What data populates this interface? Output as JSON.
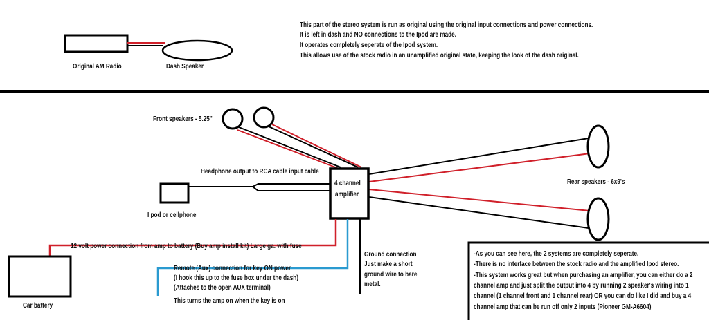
{
  "top_section": {
    "radio_label": "Original AM Radio",
    "dash_speaker_label": "Dash Speaker",
    "notes": [
      "This part of the stereo system is run as original using the original input connections and power connections.",
      "It is left in dash and NO connections to the Ipod are made.",
      "It operates completely seperate of the Ipod system.",
      "This allows use of the stock radio in an unamplified original state, keeping the look of the dash original."
    ]
  },
  "bottom_section": {
    "front_speakers_label": "Front speakers - 5.25\"",
    "headphone_label": "Headphone output to RCA cable input cable",
    "amp_label_line1": "4 channel",
    "amp_label_line2": "amplifier",
    "ipod_label": "I pod or cellphone",
    "rear_speakers_label": "Rear speakers - 6x9's",
    "power_label": "12 volt power connection from amp to battery  (Buy amp install kit) Large ga. with fuse",
    "battery_label": "Car battery",
    "remote_lines": [
      "Remote (Aux) connection for key ON power",
      "(I hook this up to the fuse box under the dash)",
      "(Attaches to the open AUX terminal)",
      "This turns the amp on when the key is on"
    ],
    "ground_lines": [
      "Ground connection",
      "Just make a short",
      "ground wire to bare",
      "metal."
    ],
    "summary_lines": [
      "-As you can see here, the 2 systems are completely seperate.",
      "-There is no interface between the stock radio and the amplified Ipod stereo.",
      "-This system works great but when purchasing an amplifier, you can either do a 2",
      "channel amp and just split the output into 4 by running 2 speaker's wiring into 1",
      "channel (1 channel front and 1 channel rear) OR you can do like I did and buy a 4",
      "channel amp that can be run off only 2 inputs (Pioneer GM-A6604)"
    ]
  },
  "colors": {
    "positive_wire": "#d0202a",
    "remote_wire": "#2a9ad0",
    "ground_wire": "#000000"
  }
}
